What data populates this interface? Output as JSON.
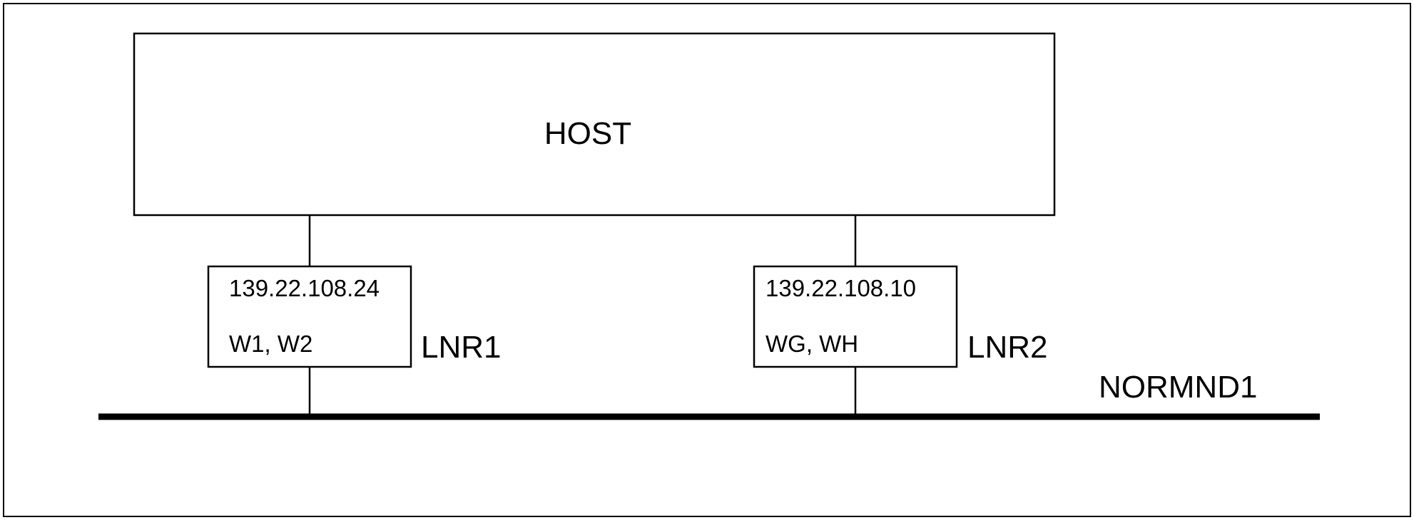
{
  "host": {
    "label": "HOST"
  },
  "nodes": [
    {
      "name": "LNR1",
      "address": "139.22.108.24",
      "workstations": "W1, W2"
    },
    {
      "name": "LNR2",
      "address": "139.22.108.10",
      "workstations": "WG, WH"
    }
  ],
  "network": {
    "label": "NORMND1"
  }
}
